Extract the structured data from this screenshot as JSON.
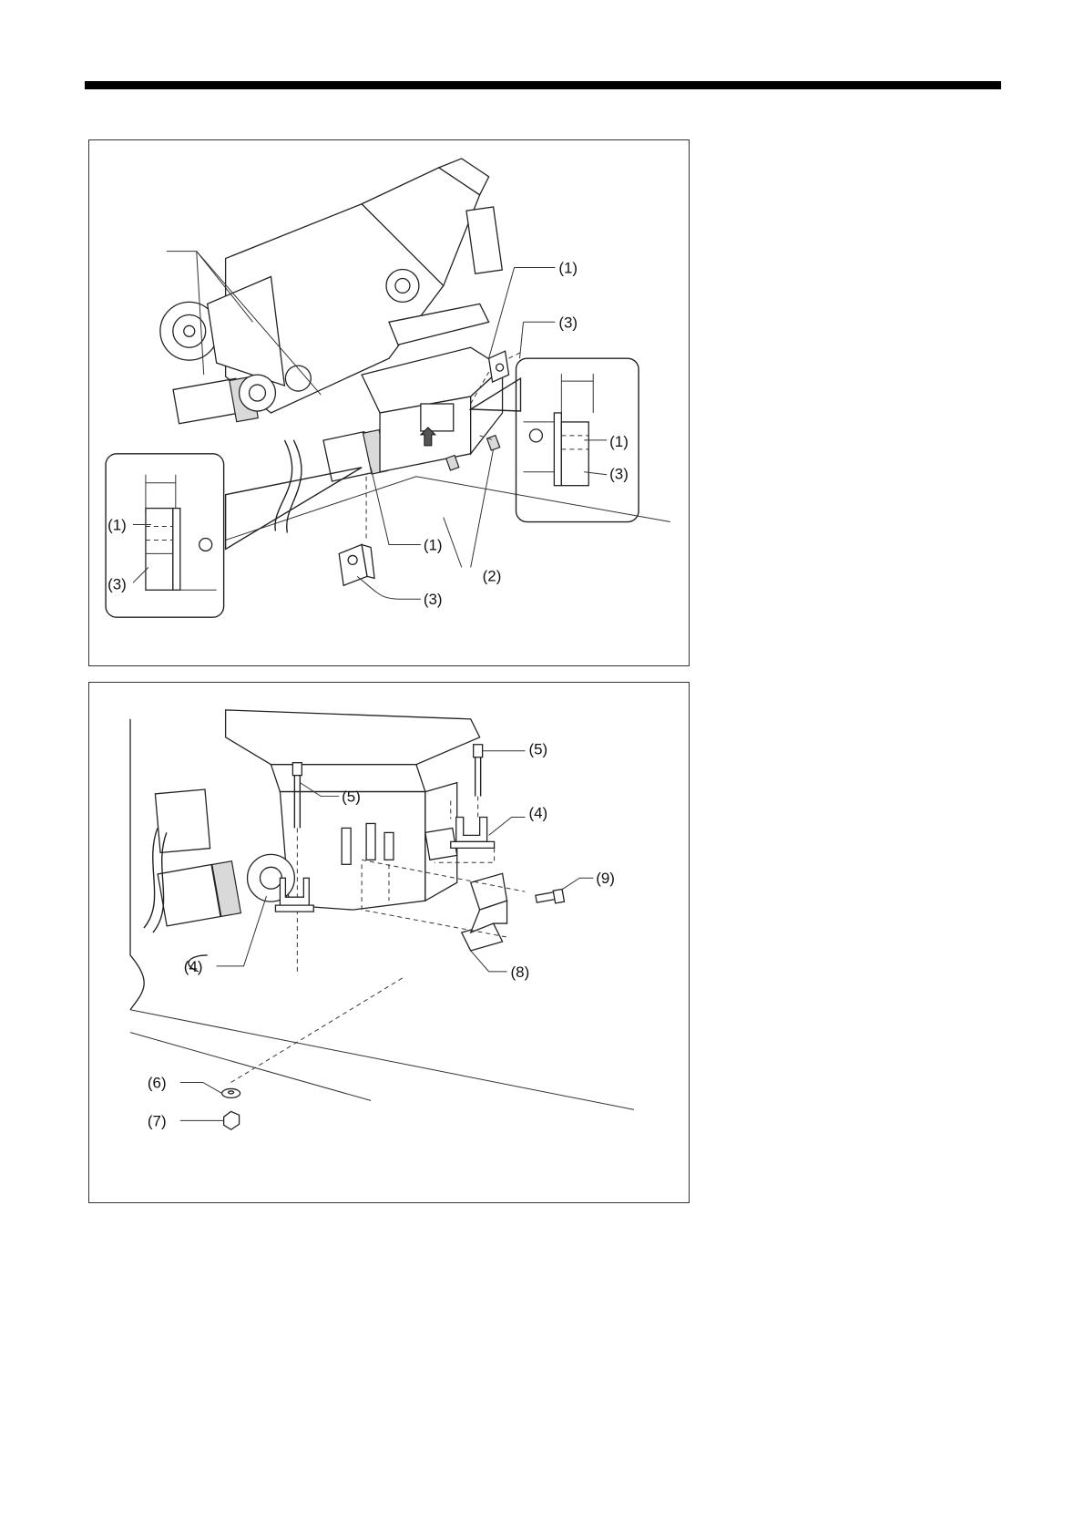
{
  "figure_top": {
    "callouts": {
      "c1_top": "(1)",
      "c3_top": "(3)",
      "c1_right_inset": "(1)",
      "c3_right_inset": "(3)",
      "c1_left_inset": "(1)",
      "c3_left_inset": "(3)",
      "c1_bottom": "(1)",
      "c3_bottom": "(3)",
      "c2_bottom": "(2)"
    }
  },
  "figure_bottom": {
    "callouts": {
      "c5_right": "(5)",
      "c5_center": "(5)",
      "c4_right": "(4)",
      "c9": "(9)",
      "c8": "(8)",
      "c4_left": "(4)",
      "c6": "(6)",
      "c7": "(7)"
    }
  },
  "colors": {
    "ink": "#111111",
    "frame": "#333333",
    "rule": "#000000"
  }
}
